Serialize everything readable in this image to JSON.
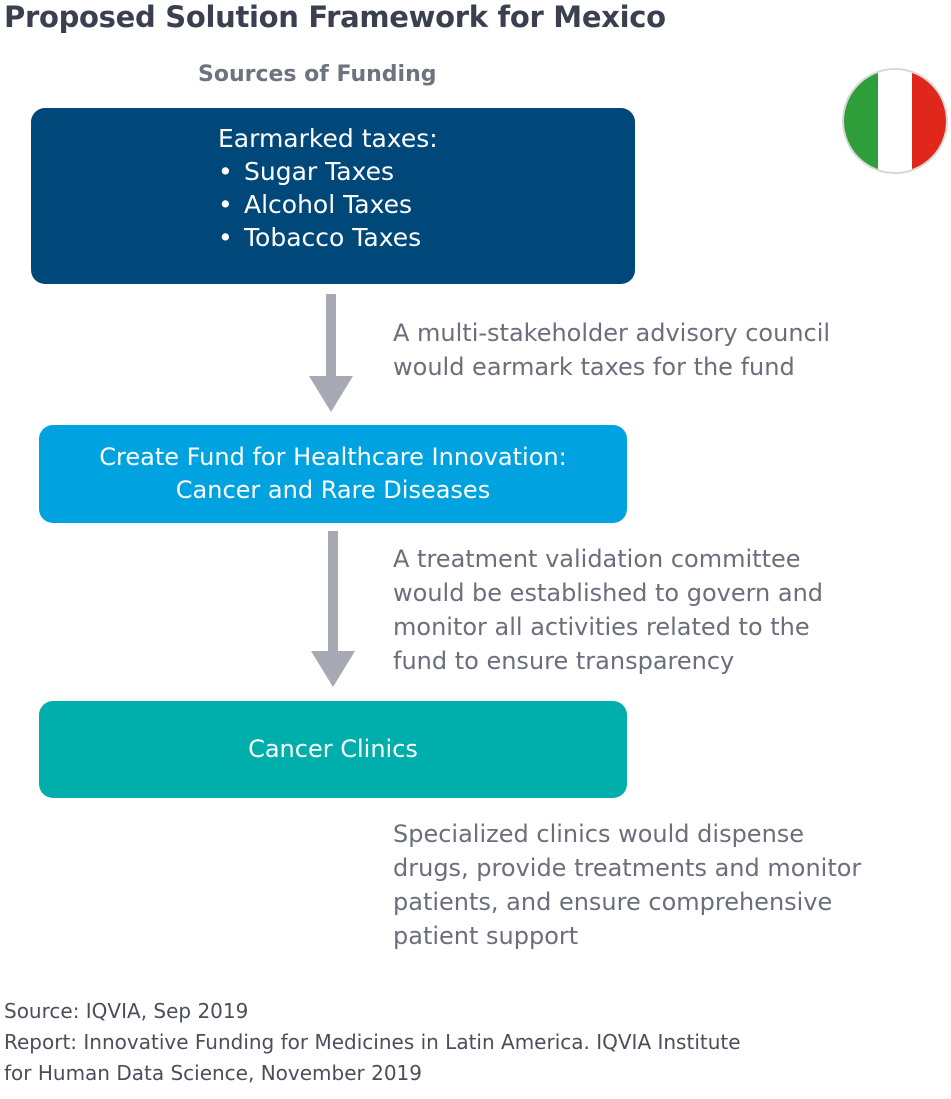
{
  "title": "Proposed Solution Framework for Mexico",
  "subtitle": "Sources of Funding",
  "flag": {
    "icon": "flag-icon",
    "colors": [
      "#2e9e3a",
      "#ffffff",
      "#e1261c"
    ]
  },
  "boxes": {
    "funding": {
      "heading": "Earmarked taxes:",
      "items": [
        "Sugar Taxes",
        "Alcohol Taxes",
        "Tobacco Taxes"
      ],
      "color": "#00477a"
    },
    "fund": {
      "line1": "Create Fund for Healthcare Innovation:",
      "line2": "Cancer and Rare Diseases",
      "color": "#00a3e0"
    },
    "clinics": {
      "label": "Cancer Clinics",
      "color": "#00aeab"
    }
  },
  "notes": [
    {
      "lines": [
        "A multi-stakeholder advisory council",
        "would earmark taxes for the fund"
      ]
    },
    {
      "lines": [
        "A treatment validation committee",
        "would be established to govern and",
        "monitor all activities related to the",
        "fund to ensure transparency"
      ]
    },
    {
      "lines": [
        "Specialized clinics would dispense",
        "drugs, provide treatments and monitor",
        "patients, and ensure comprehensive",
        "patient support"
      ]
    }
  ],
  "arrow_color": "#a7a9b4",
  "source": {
    "line1": "Source: IQVIA, Sep 2019",
    "line2": "Report: Innovative Funding for Medicines in Latin America. IQVIA Institute",
    "line3": "for Human Data Science, November 2019"
  }
}
